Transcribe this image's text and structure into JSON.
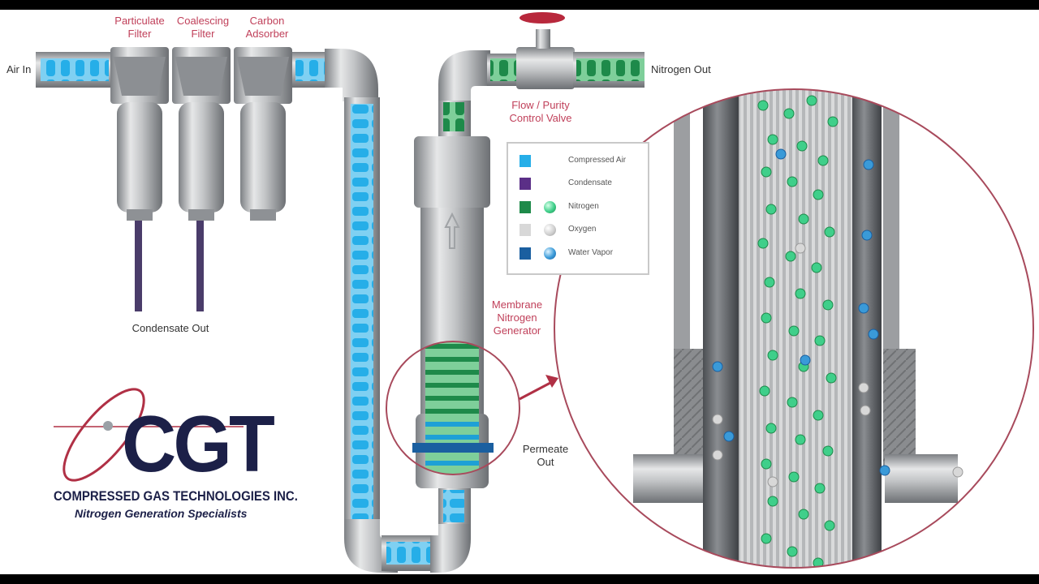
{
  "labels": {
    "air_in": "Air In",
    "particulate_filter": "Particulate Filter",
    "coalescing_filter": "Coalescing Filter",
    "carbon_adsorber": "Carbon Adsorber",
    "condensate_out": "Condensate Out",
    "flow_purity_valve": "Flow / Purity Control Valve",
    "nitrogen_out": "Nitrogen Out",
    "membrane_generator": "Membrane Nitrogen Generator",
    "permeate_out": "Permeate Out"
  },
  "legend": [
    {
      "label": "Compressed Air",
      "square_color": "#26aee8",
      "ball_color": ""
    },
    {
      "label": "Condensate",
      "square_color": "#5b2f87",
      "ball_color": ""
    },
    {
      "label": "Nitrogen",
      "square_color": "#1e8a4a",
      "ball_color": "#3fcf8a"
    },
    {
      "label": "Oxygen",
      "square_color": "#d8d8d8",
      "ball_color": "#d0d0d0"
    },
    {
      "label": "Water Vapor",
      "square_color": "#1a5fa0",
      "ball_color": "#3a9ad8"
    }
  ],
  "logo": {
    "letters": "CGT",
    "company": "COMPRESSED GAS TECHNOLOGIES INC.",
    "tagline": "Nitrogen Generation Specialists"
  },
  "colors": {
    "air": "#26aee8",
    "nitrogen": "#1e8a4a",
    "accent": "#b03045",
    "steel": "#a9acaf",
    "logo_navy": "#1c2048"
  }
}
